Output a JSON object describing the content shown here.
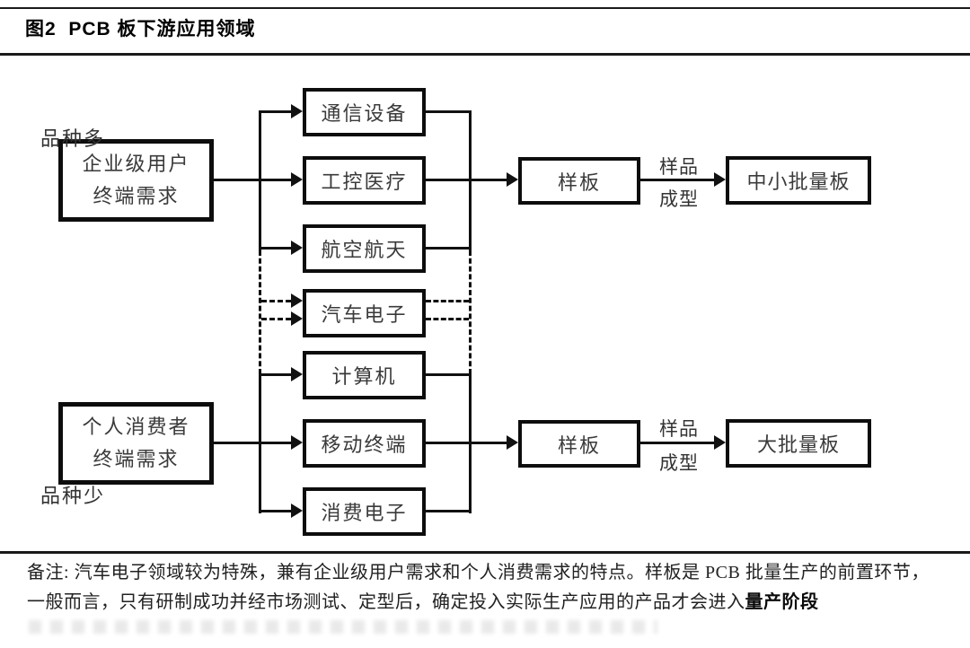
{
  "figure": {
    "title": "图2  PCB 板下游应用领域"
  },
  "diagram": {
    "source_nodes": [
      {
        "lines": [
          "企业级用户",
          "终端需求"
        ]
      },
      {
        "lines": [
          "个人消费者",
          "终端需求"
        ]
      }
    ],
    "application_nodes": [
      {
        "label": "通信设备"
      },
      {
        "label": "工控医疗"
      },
      {
        "label": "航空航天"
      },
      {
        "label": "汽车电子"
      },
      {
        "label": "计算机"
      },
      {
        "label": "移动终端"
      },
      {
        "label": "消费电子"
      }
    ],
    "sample_nodes": [
      {
        "label": "样板"
      },
      {
        "label": "样板"
      }
    ],
    "output_nodes": [
      {
        "label": "中小批量板",
        "annotation": "品种多"
      },
      {
        "label": "大批量板",
        "annotation": "品种少"
      }
    ],
    "arrow_labels": [
      {
        "line1": "样品",
        "line2": "成型"
      },
      {
        "line1": "样品",
        "line2": "成型"
      }
    ]
  },
  "note": {
    "prefix": "备注:",
    "line1": "汽车电子领域较为特殊，兼有企业级用户需求和个人消费需求的特点。样板是 PCB 批量生产的前置环节，",
    "line2": "一般而言，只有研制成功并经市场测试、定型后，确定投入实际生产应用的产品才会进入",
    "line2_highlight": "量产阶段"
  },
  "colors": {
    "ink": "#111111",
    "node_text": "#3a3a3a",
    "background": "#ffffff"
  }
}
